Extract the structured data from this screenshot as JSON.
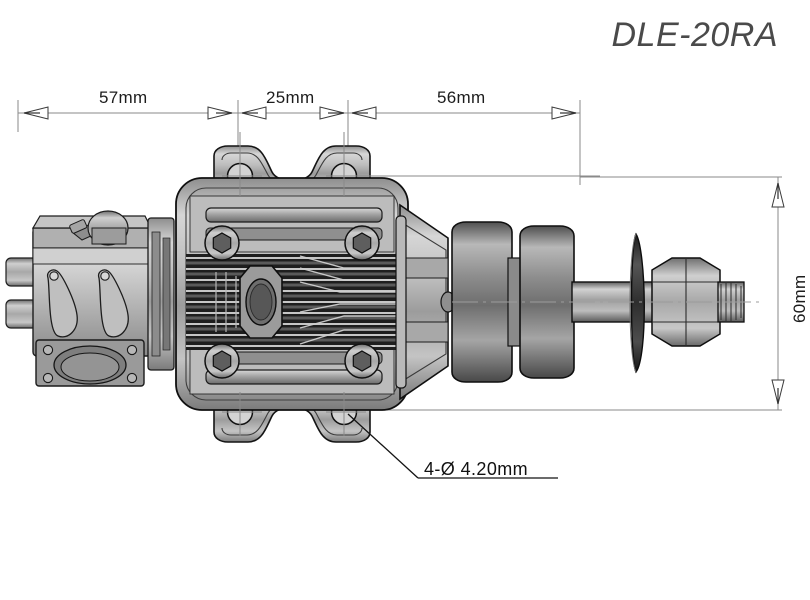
{
  "drawing": {
    "title": "DLE-20RA",
    "background_color": "#ffffff",
    "line_color": "#7d7d7d",
    "text_color": "#1c1c1c",
    "title_color": "#4a4a4a",
    "body_light": "#c9c9c9",
    "body_mid": "#9a9a9a",
    "body_dark": "#2a2a2a",
    "outline_color": "#1a1a1a"
  },
  "dimensions": {
    "horizontal": [
      {
        "id": "dim-57",
        "label": "57mm",
        "value": 57,
        "unit": "mm"
      },
      {
        "id": "dim-25",
        "label": "25mm",
        "value": 25,
        "unit": "mm"
      },
      {
        "id": "dim-56",
        "label": "56mm",
        "value": 56,
        "unit": "mm"
      }
    ],
    "vertical": [
      {
        "id": "dim-60",
        "label": "60mm",
        "value": 60,
        "unit": "mm"
      }
    ]
  },
  "callouts": [
    {
      "id": "hole-callout",
      "label": "4-Ø 4.20mm",
      "count": 4,
      "diameter": 4.2,
      "unit": "mm"
    }
  ],
  "components": {
    "carburetor": "carburetor-assembly",
    "cylinder_head": "cylinder-head-with-fins",
    "crankcase": "crankcase-housing",
    "prop_hub": "propeller-hub",
    "prop_shaft": "propeller-shaft",
    "washer": "prop-washer",
    "nut": "prop-hex-nut",
    "spark_plug_boss": "spark-plug-boss",
    "mounting_lugs": "mounting-lugs",
    "mounting_holes": "mounting-holes"
  }
}
